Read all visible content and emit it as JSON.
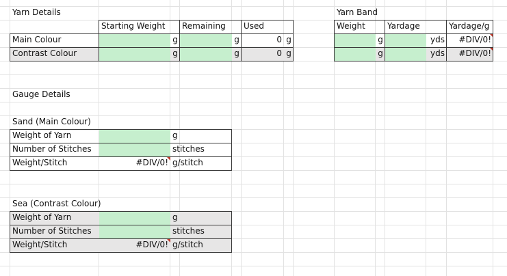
{
  "yarn_details": {
    "title": "Yarn Details",
    "headers": {
      "starting_weight": "Starting Weight",
      "remaining": "Remaining",
      "used": "Used"
    },
    "rows": [
      {
        "label": "Main Colour",
        "starting_unit": "g",
        "remaining_unit": "g",
        "used_value": "0",
        "used_unit": "g"
      },
      {
        "label": "Contrast Colour",
        "starting_unit": "g",
        "remaining_unit": "g",
        "used_value": "0",
        "used_unit": "g"
      }
    ]
  },
  "yarn_band": {
    "title": "Yarn Band",
    "headers": {
      "weight": "Weight",
      "yardage": "Yardage",
      "yardage_per_g": "Yardage/g"
    },
    "rows": [
      {
        "weight_unit": "g",
        "yardage_unit": "yds",
        "yardage_per_g": "#DIV/0!"
      },
      {
        "weight_unit": "g",
        "yardage_unit": "yds",
        "yardage_per_g": "#DIV/0!"
      }
    ]
  },
  "gauge": {
    "title": "Gauge Details",
    "sections": [
      {
        "title": "Sand (Main Colour)",
        "rows": [
          {
            "label": "Weight of Yarn",
            "value": "",
            "unit": "g"
          },
          {
            "label": "Number of Stitches",
            "value": "",
            "unit": "stitches"
          },
          {
            "label": "Weight/Stitch",
            "value": "#DIV/0!",
            "unit": "g/stitch"
          }
        ]
      },
      {
        "title": "Sea (Contrast Colour)",
        "rows": [
          {
            "label": "Weight of Yarn",
            "value": "",
            "unit": "g"
          },
          {
            "label": "Number of Stitches",
            "value": "",
            "unit": "stitches"
          },
          {
            "label": "Weight/Stitch",
            "value": "#DIV/0!",
            "unit": "g/stitch"
          }
        ]
      }
    ]
  },
  "colors": {
    "input_fill": "#c6efce",
    "shaded_row": "#e7e6e6",
    "error_marker": "#c0392b",
    "gridline": "#e2e2e2"
  }
}
